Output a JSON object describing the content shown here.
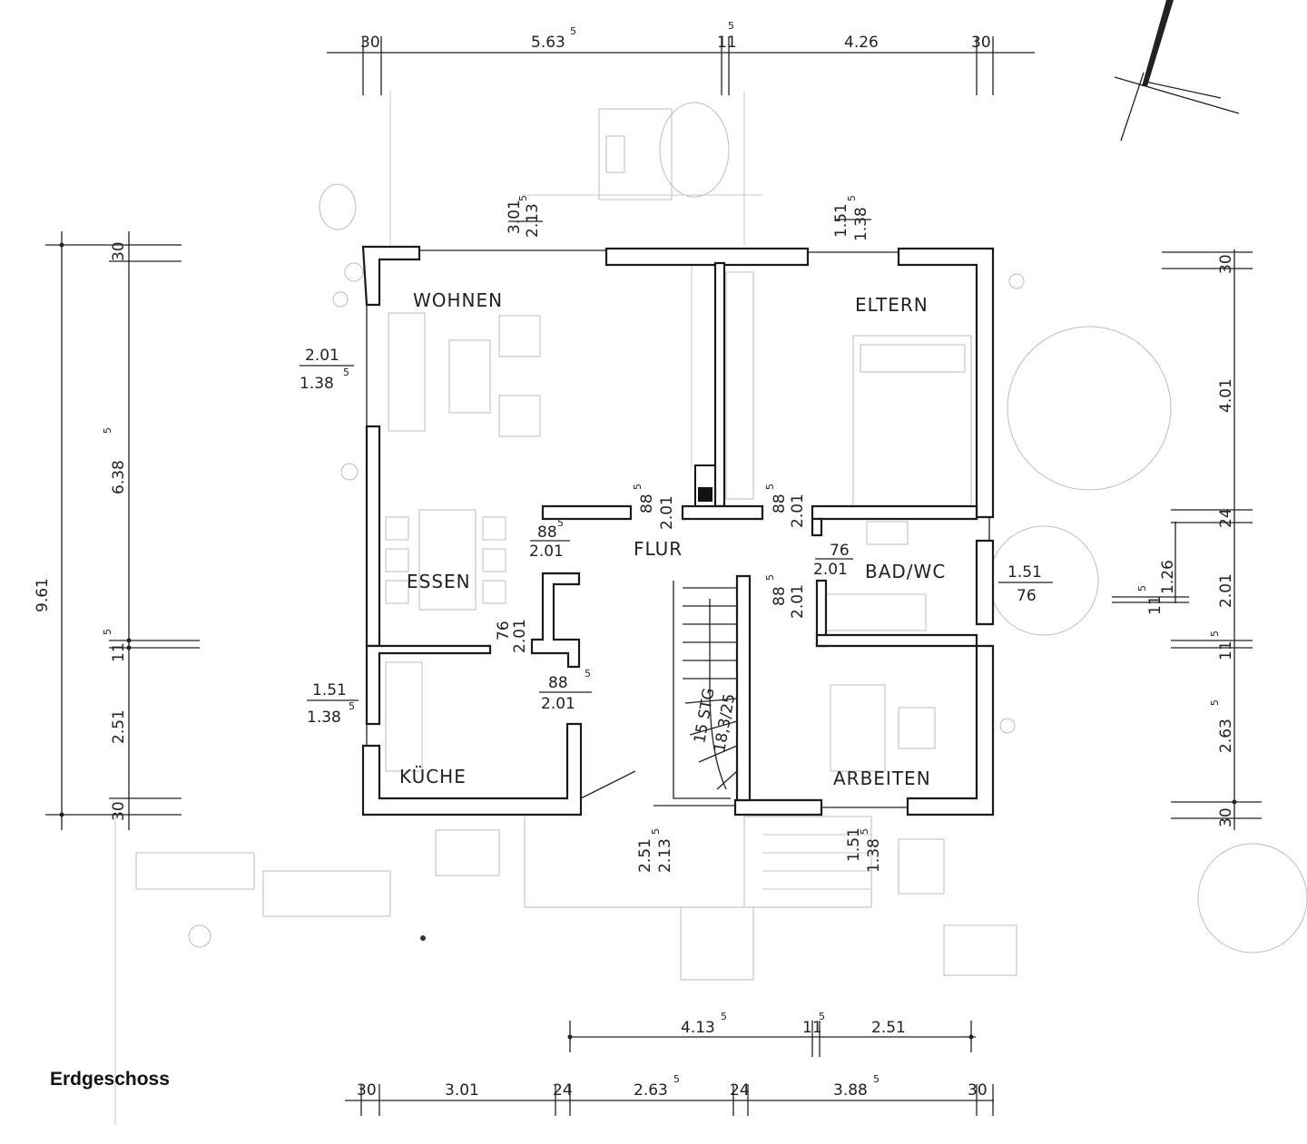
{
  "caption": "Erdgeschoss",
  "rooms": {
    "wohnen": "WOHNEN",
    "eltern": "ELTERN",
    "essen": "ESSEN",
    "flur": "FLUR",
    "bad_wc": "BAD/WC",
    "kueche": "KÜCHE",
    "arbeiten": "ARBEITEN"
  },
  "dims": {
    "top": {
      "a": "30",
      "b": "5.63",
      "b_sup": "5",
      "c": "11",
      "c_sup": "5",
      "d": "4.26",
      "e": "30"
    },
    "bottom_row1": {
      "a": "4.13",
      "a_sup": "5",
      "b": "11",
      "b_sup": "5",
      "c": "2.51"
    },
    "bottom_row2": {
      "a": "30",
      "b": "3.01",
      "c": "24",
      "d": "2.63",
      "d_sup": "5",
      "e": "24",
      "f": "3.88",
      "f_sup": "5",
      "g": "30"
    },
    "left_outer": "9.61",
    "left_inner": {
      "a": "30",
      "b": "6.38",
      "b_sup": "5",
      "c": "11",
      "c_sup": "5",
      "d": "2.51",
      "e": "30"
    },
    "right": {
      "a": "30",
      "b": "4.01",
      "c": "24",
      "d": "1.26",
      "e": "11",
      "e_sup": "5",
      "f": "2.01",
      "g": "11",
      "g_sup": "5",
      "h": "2.63",
      "h_sup": "5",
      "i": "30"
    },
    "window_wohnen_top": {
      "w": "3.01",
      "h": "2.13",
      "h_sup": "5"
    },
    "window_eltern_top": {
      "w": "1.51",
      "h": "1.38",
      "h_sup": "5"
    },
    "window_wohnen_left": {
      "w": "2.01",
      "h": "1.38",
      "h_sup": "5"
    },
    "window_kueche_left": {
      "w": "1.51",
      "h": "1.38",
      "h_sup": "5"
    },
    "window_bad_right": {
      "w": "1.51",
      "h": "76"
    },
    "door_flur_essen": {
      "w": "88",
      "w_sup": "5",
      "h": "2.01"
    },
    "door_essen": {
      "w": "88",
      "w_sup": "5",
      "h": "2.01"
    },
    "door_eltern": {
      "w": "88",
      "w_sup": "5",
      "h": "2.01"
    },
    "door_bad": {
      "w": "76",
      "h": "2.01"
    },
    "door_arbeiten": {
      "w": "88",
      "w_sup": "5",
      "h": "2.01"
    },
    "door_kueche_essen": {
      "w": "76",
      "h": "2.01"
    },
    "door_kueche": {
      "w": "88",
      "w_sup": "5",
      "h": "2.01"
    },
    "door_entrance": {
      "w": "2.51",
      "h": "2.13",
      "h_sup": "5"
    },
    "window_arbeiten_bottom": {
      "w": "1.51",
      "h": "1.38",
      "h_sup": "5"
    },
    "stair": {
      "label": "15 STG",
      "ratio": "18,3/25"
    }
  },
  "north_arrow": "north-arrow-icon"
}
